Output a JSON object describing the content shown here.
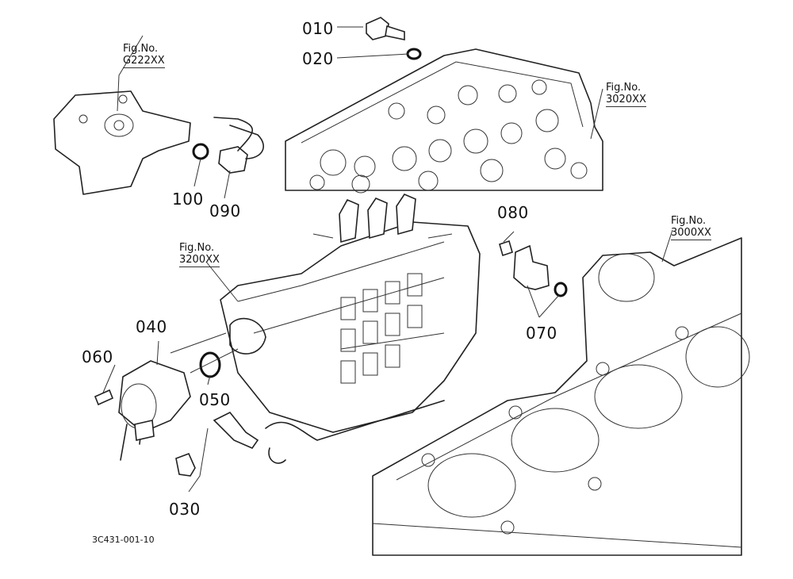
{
  "part_labels": [
    "010",
    "020",
    "100",
    "090",
    "080",
    "070",
    "040",
    "060",
    "050",
    "030"
  ],
  "figure_refs": [
    {
      "prefix": "Fig.No.",
      "code": "G222XX"
    },
    {
      "prefix": "Fig.No.",
      "code": "3020XX"
    },
    {
      "prefix": "Fig.No.",
      "code": "3000XX"
    },
    {
      "prefix": "Fig.No.",
      "code": "3200XX"
    }
  ],
  "diagram_id": "3C431-001-10"
}
